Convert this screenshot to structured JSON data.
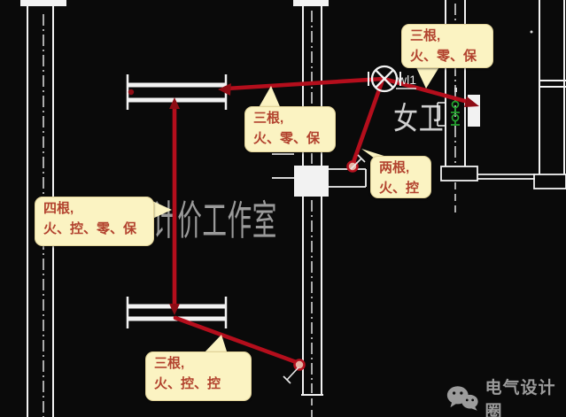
{
  "drawing": {
    "fixture_label": "wl1",
    "room_label": "女卫",
    "center_watermark": "计价工作室",
    "brand_watermark": "电气设计圈"
  },
  "callouts": {
    "top_right": {
      "line1": "三根,",
      "line2": "火、零、保"
    },
    "middle": {
      "line1": "三根,",
      "line2": "火、零、保"
    },
    "right": {
      "line1": "两根,",
      "line2": "火、控"
    },
    "left": {
      "line1": "四根,",
      "line2": "火、控、零、保"
    },
    "bottom": {
      "line1": "三根,",
      "line2": "火、控、控"
    }
  },
  "colors": {
    "background": "#0a0a0a",
    "wall_white": "#f2f2f2",
    "wire_red": "#b40e1c",
    "callout_bg": "#fbf3c2",
    "callout_text": "#b2422e",
    "switch_green": "#23a52e",
    "watermark_gray": "#b4b4b4",
    "brand_gray": "#9c9c9c"
  }
}
